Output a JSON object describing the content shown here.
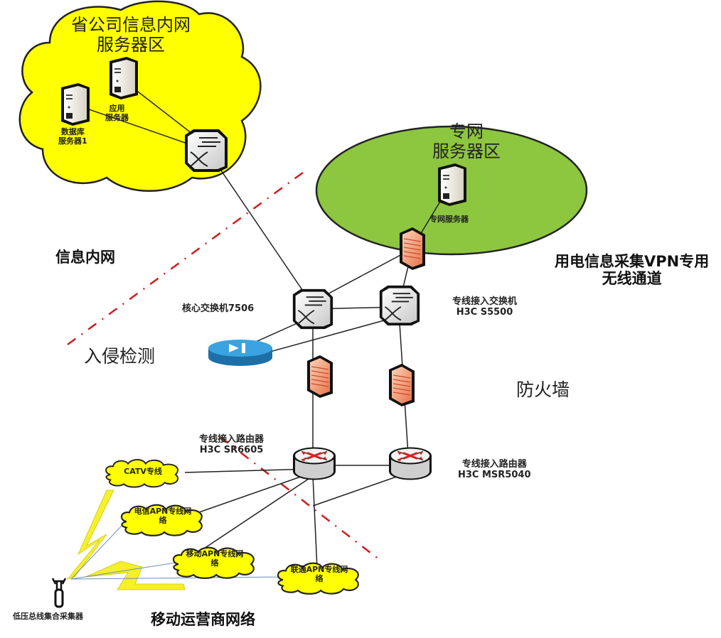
{
  "zones": {
    "province_intranet": {
      "title_line1": "省公司信息内网",
      "title_line2": "服务器区",
      "fill": "#ffff00"
    },
    "private_net": {
      "title_line1": "专网",
      "title_line2": "服务器区",
      "fill": "#8dc63f"
    }
  },
  "devices": {
    "app_server": {
      "line1": "应用",
      "line2": "服务器"
    },
    "db_server": {
      "line1": "数据库",
      "line2": "服务器1"
    },
    "private_server": {
      "label": "专网服务器"
    },
    "core_switch": {
      "label": "核心交换机7506"
    },
    "access_switch": {
      "line1": "专线接入交换机",
      "line2": "H3C S5500"
    },
    "router_left": {
      "line1": "专线接入路由器",
      "line2": "H3C SR6605"
    },
    "router_right": {
      "line1": "专线接入路由器",
      "line2": "H3C MSR5040"
    },
    "tower": {
      "label": "低压总线集合采集器"
    }
  },
  "clouds": [
    {
      "line1": "CATV专线",
      "line2": ""
    },
    {
      "line1": "电信APN专线网",
      "line2": "络"
    },
    {
      "line1": "移动APN专线网",
      "line2": "络"
    },
    {
      "line1": "联通APN专线网",
      "line2": "络"
    }
  ],
  "annotations": {
    "info_intranet": "信息内网",
    "vpn_channel_line1": "用电信息采集VPN专用",
    "vpn_channel_line2": "无线通道",
    "intrusion_detection": "入侵检测",
    "firewall": "防火墙",
    "mobile_operator": "移动运营商网络"
  },
  "colors": {
    "boundary_line": "#d01c1c",
    "firewall": "#f0926a",
    "ids": "#2a8fd0",
    "router_arrow": "#d42020",
    "lightning": "#f5f02a"
  }
}
